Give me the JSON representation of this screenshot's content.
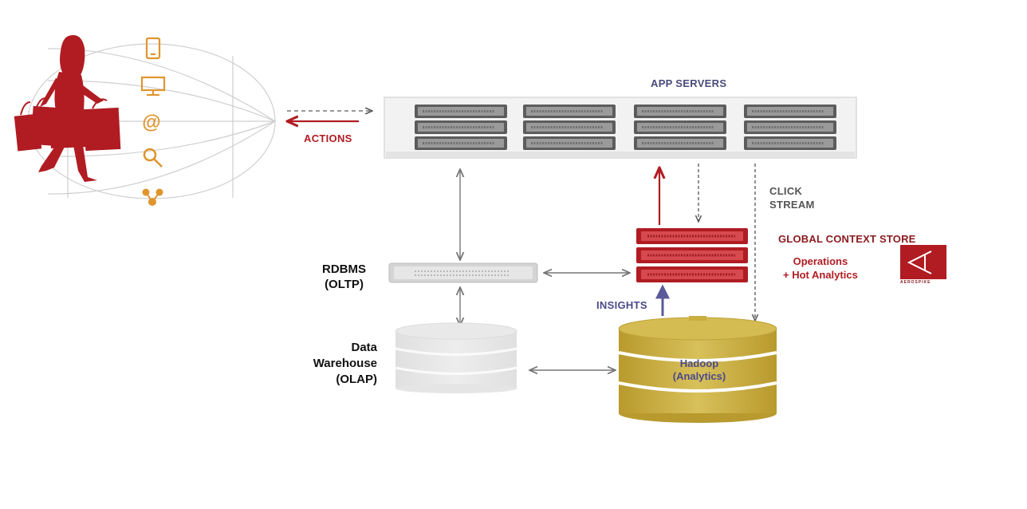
{
  "labels": {
    "app_servers": "APP SERVERS",
    "actions": "ACTIONS",
    "click_stream": [
      "CLICK",
      "STREAM"
    ],
    "global_context_store": "GLOBAL CONTEXT STORE",
    "operations": [
      "Operations",
      "+ Hot Analytics"
    ],
    "rdbms": [
      "RDBMS",
      "(OLTP)"
    ],
    "data_warehouse": [
      "Data",
      "Warehouse",
      "(OLAP)"
    ],
    "insights": "INSIGHTS",
    "hadoop": [
      "Hadoop",
      "(Analytics)"
    ],
    "aerospike": "AEROSPIKE"
  },
  "icons": [
    "shopper-icon",
    "mobile-icon",
    "desktop-icon",
    "at-sign-icon",
    "search-icon",
    "share-icon"
  ],
  "colors": {
    "brand_red": "#b01c22",
    "dark_red": "#8a1a1e",
    "insight_blue": "#5a5a9a",
    "hadoop_gold": "#c9ae3f",
    "icon_orange": "#e0952f",
    "gray_server": "#c8c8c8"
  }
}
